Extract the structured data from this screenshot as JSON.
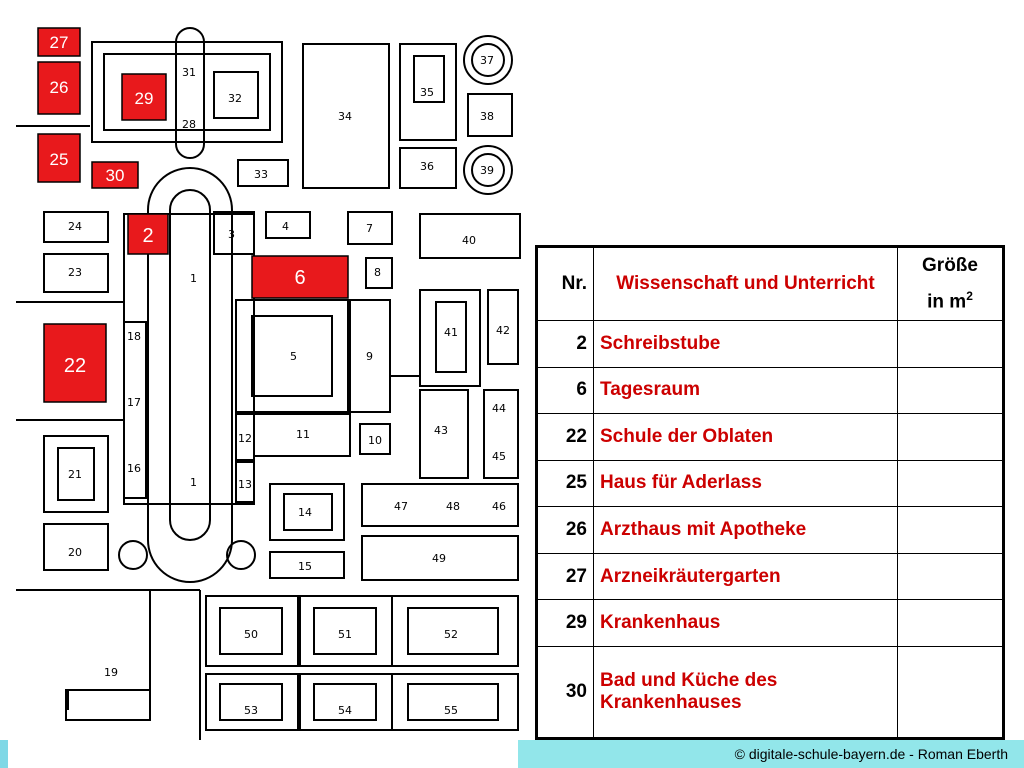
{
  "plan": {
    "building_numbers": [
      "1",
      "1",
      "3",
      "4",
      "5",
      "7",
      "8",
      "9",
      "10",
      "11",
      "12",
      "13",
      "14",
      "15",
      "16",
      "17",
      "18",
      "19",
      "20",
      "21",
      "23",
      "24",
      "28",
      "31",
      "32",
      "33",
      "34",
      "35",
      "36",
      "37",
      "38",
      "39",
      "40",
      "41",
      "42",
      "43",
      "44",
      "45",
      "46",
      "47",
      "48",
      "49",
      "50",
      "51",
      "52",
      "53",
      "54",
      "55"
    ],
    "highlighted": [
      "27",
      "26",
      "29",
      "25",
      "30",
      "2",
      "6",
      "22"
    ],
    "highlight_color": "#e8191c"
  },
  "legend": {
    "header": {
      "nr": "Nr.",
      "name": "Wissenschaft und Unterricht",
      "size_line1": "Größe",
      "size_line2": "in m",
      "size_sup": "2"
    },
    "rows": [
      {
        "nr": "2",
        "name": "Schreibstube",
        "size": ""
      },
      {
        "nr": "6",
        "name": "Tagesraum",
        "size": ""
      },
      {
        "nr": "22",
        "name": "Schule der Oblaten",
        "size": ""
      },
      {
        "nr": "25",
        "name": "Haus für Aderlass",
        "size": ""
      },
      {
        "nr": "26",
        "name": "Arzthaus mit Apotheke",
        "size": ""
      },
      {
        "nr": "27",
        "name": "Arzneikräutergarten",
        "size": ""
      },
      {
        "nr": "29",
        "name": "Krankenhaus",
        "size": ""
      },
      {
        "nr": "30",
        "name": "Bad und Küche des Krankenhauses",
        "size": ""
      }
    ]
  },
  "footer": {
    "copyright": "© digitale-schule-bayern.de - Roman Eberth"
  }
}
